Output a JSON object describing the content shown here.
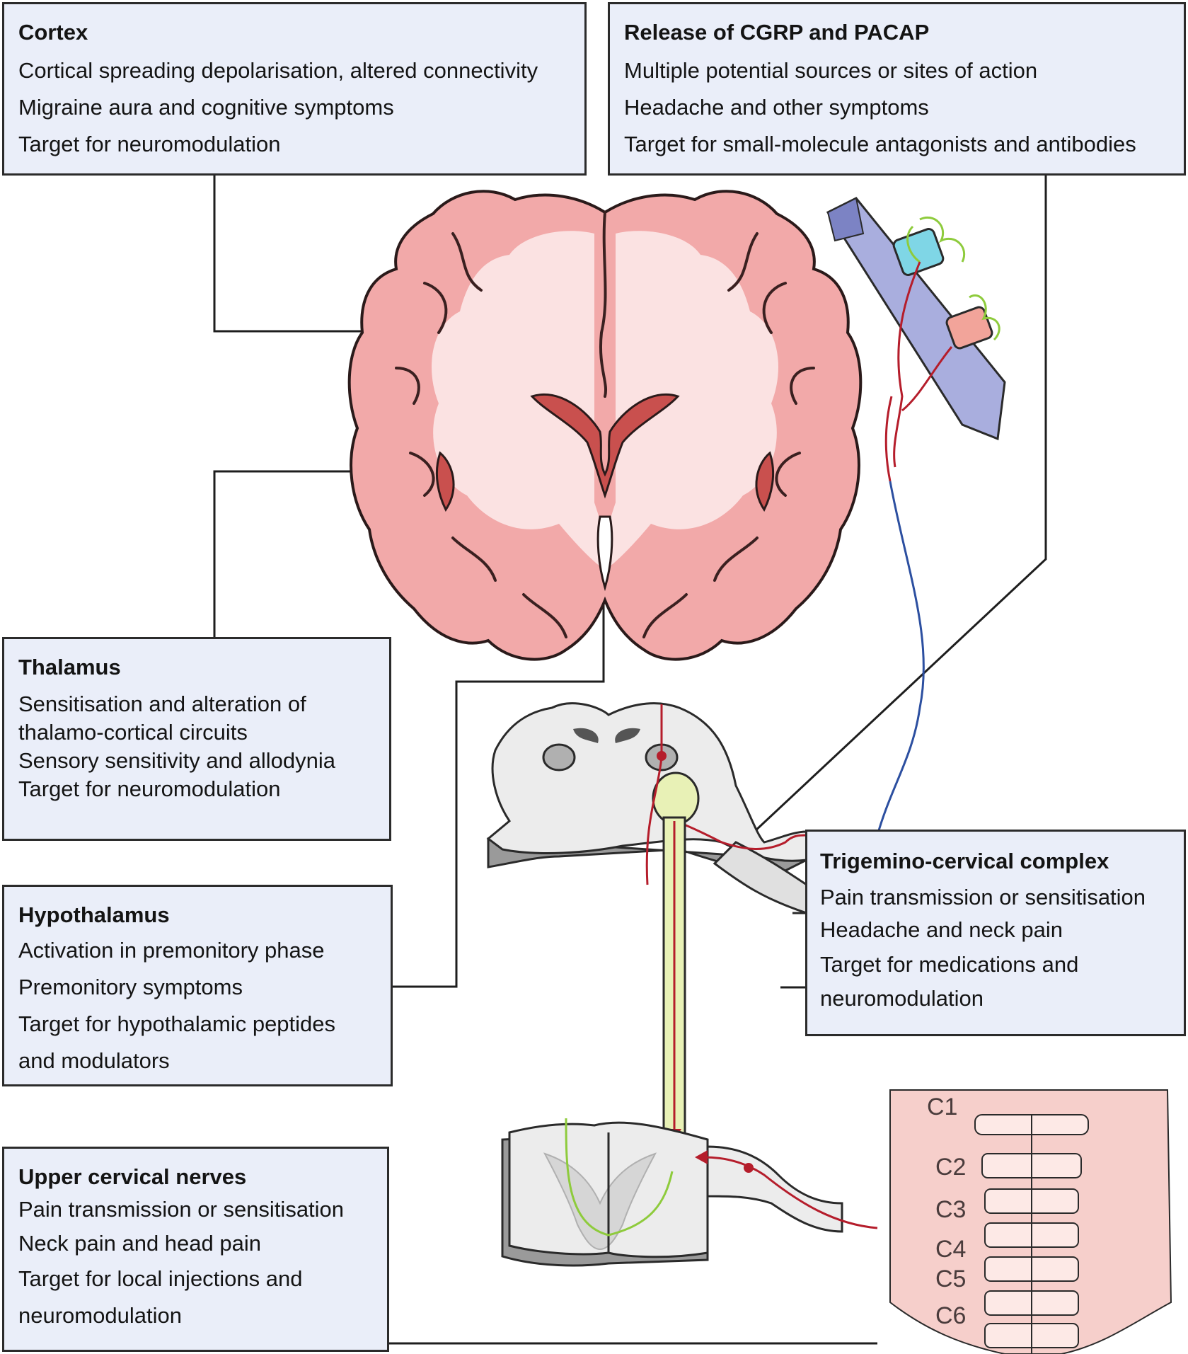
{
  "boxes": {
    "cortex": {
      "title": "Cortex",
      "lines": [
        "Cortical spreading depolarisation, altered connectivity",
        "Migraine aura and cognitive symptoms",
        "Target for neuromodulation"
      ]
    },
    "cgrp": {
      "title": "Release of CGRP and PACAP",
      "lines": [
        "Multiple potential sources or sites of action",
        "Headache and other symptoms",
        "Target for small-molecule antagonists and antibodies"
      ]
    },
    "thalamus": {
      "title": "Thalamus",
      "lines": [
        "Sensitisation and alteration of",
        "thalamo-cortical circuits",
        "Sensory sensitivity and allodynia",
        "Target for neuromodulation"
      ]
    },
    "hypothalamus": {
      "title": "Hypothalamus",
      "lines": [
        "Activation in premonitory phase",
        "Premonitory symptoms",
        "Target for hypothalamic peptides",
        "and modulators"
      ]
    },
    "trigemino": {
      "title": "Trigemino-cervical complex",
      "lines": [
        "Pain transmission or sensitisation",
        "Headache and neck pain",
        "Target for medications and",
        "neuromodulation"
      ]
    },
    "cervical": {
      "title": "Upper cervical nerves",
      "lines": [
        "Pain transmission or sensitisation",
        "Neck pain and head pain",
        "Target for local injections and",
        "neuromodulation"
      ]
    }
  },
  "spine_labels": [
    "C1",
    "C2",
    "C3",
    "C4",
    "C5",
    "C6"
  ],
  "colors": {
    "box_fill": "#eaeef9",
    "brain_pink": "#f2a9a9",
    "brain_white_matter": "#fbe2e2",
    "ventricle_red": "#c9504e",
    "nerve_red": "#b51d2b",
    "nerve_blue": "#2c4fa0",
    "fiber_green": "#8ecb3c",
    "dura_lavender": "#a9aede",
    "neck_skin": "#f6cfcb",
    "cord_gray": "#e6e6e6"
  },
  "icons": [
    "brain-coronal-section",
    "meninges-vessel-icon",
    "brainstem-section",
    "spinal-cord-section",
    "cervical-spine-icon"
  ]
}
